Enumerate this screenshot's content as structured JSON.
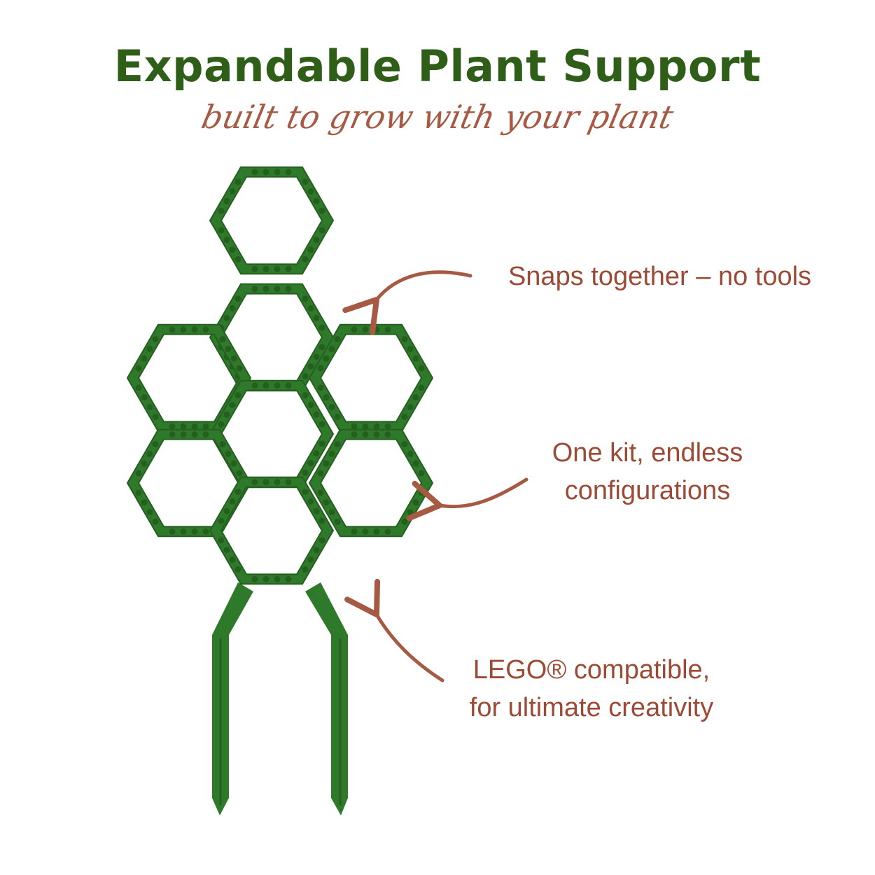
{
  "title": "Expandable Plant Support",
  "tagline": "built to grow with your plant",
  "callouts": [
    "Snaps together – no tools",
    "One kit, endless configurations",
    "LEGO® compatible, for ultimate creativity"
  ],
  "callout_lines": {
    "c1": [
      "Snaps together – no tools"
    ],
    "c2": [
      "One kit, endless",
      "configurations"
    ],
    "c3": [
      "LEGO® compatible,",
      "for ultimate creativity"
    ]
  },
  "colors": {
    "title": "#2e5e17",
    "accent": "#a65a44",
    "support": "#2f7a2a",
    "support_dark": "#245f20"
  }
}
